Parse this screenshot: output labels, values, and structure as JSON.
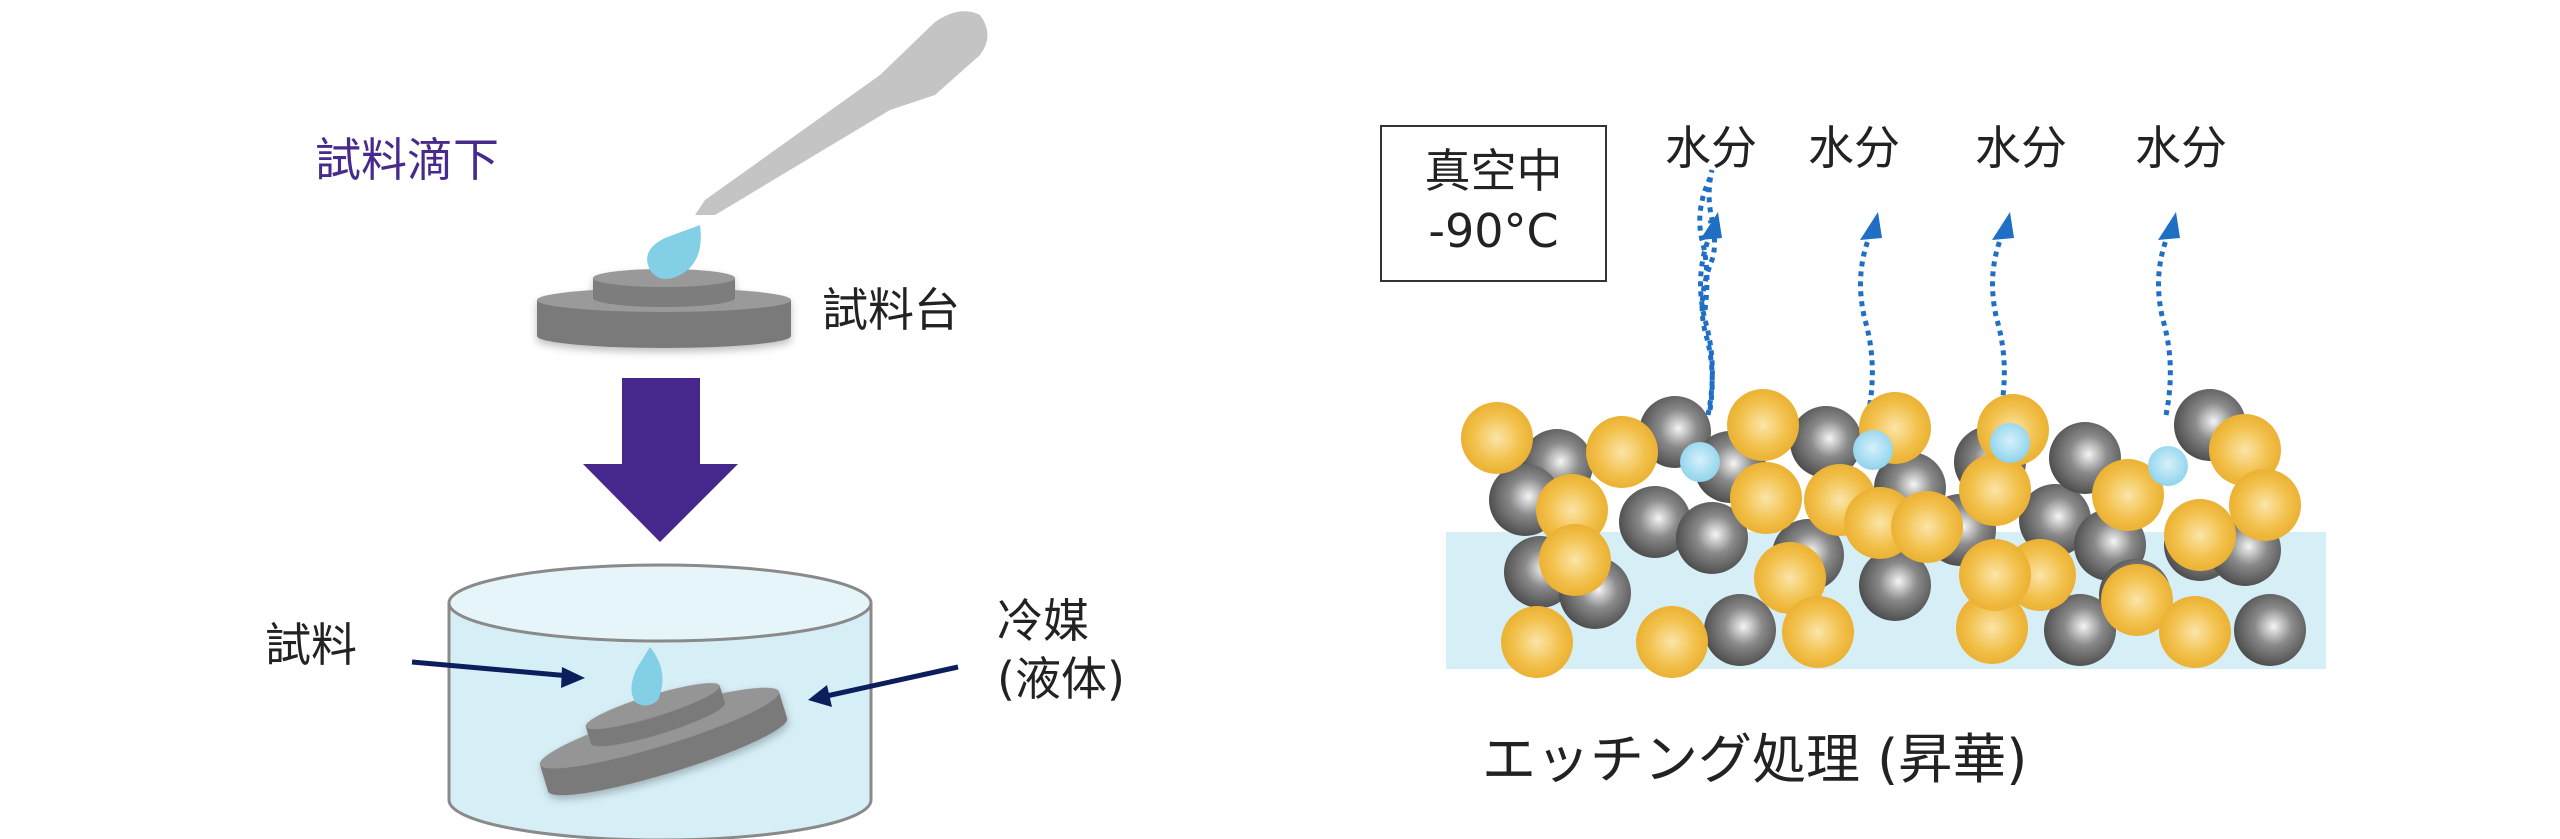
{
  "left_panel": {
    "step_label": "試料滴下",
    "stage_label": "試料台",
    "sample_label": "試料",
    "coolant_label_line1": "冷媒",
    "coolant_label_line2": "(液体)"
  },
  "right_panel": {
    "condition_line1": "真空中",
    "condition_line2": "-90°C",
    "water_labels": [
      "水分",
      "水分",
      "水分",
      "水分"
    ],
    "caption": "エッチング処理 (昇華)"
  },
  "colors": {
    "arrow_purple": "#46288c",
    "pipette_gray": "#c4c4c4",
    "stage_gray": "#808080",
    "drop_blue": "#82cfe6",
    "coolant_blue": "#d6eef6",
    "gold_particle": "#f0b93a",
    "gray_particle": "#6d6d6d",
    "water_particle": "#9fdcf0",
    "vapor_arrow": "#1f6fc4",
    "label_arrow": "#0b1f5c"
  }
}
